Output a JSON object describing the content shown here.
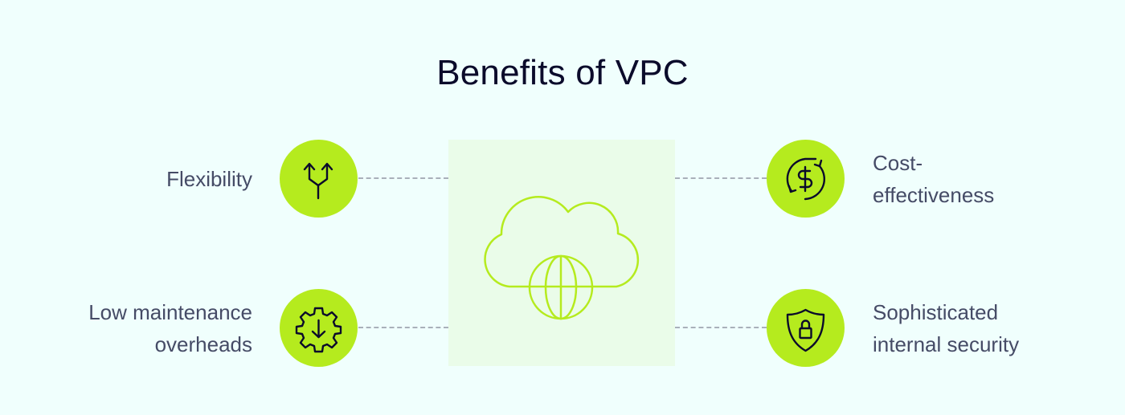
{
  "title": "Benefits of VPC",
  "center": {
    "icon": "cloud-globe-icon",
    "background": "#EAFCE9",
    "stroke": "#B5EB1E"
  },
  "benefits": [
    {
      "label_lines": [
        "Flexibility"
      ],
      "icon": "split-arrows-icon",
      "position": "top-left"
    },
    {
      "label_lines": [
        "Low maintenance",
        "overheads"
      ],
      "icon": "gear-download-icon",
      "position": "bottom-left"
    },
    {
      "label_lines": [
        "Cost-",
        "effectiveness"
      ],
      "icon": "dollar-cycle-icon",
      "position": "top-right"
    },
    {
      "label_lines": [
        "Sophisticated",
        "internal security"
      ],
      "icon": "shield-lock-icon",
      "position": "bottom-right"
    }
  ],
  "colors": {
    "background": "#F0FFFD",
    "accent": "#B5EB1E",
    "title": "#0B0B2B",
    "label": "#454B66",
    "connector": "#A9B0BA"
  }
}
